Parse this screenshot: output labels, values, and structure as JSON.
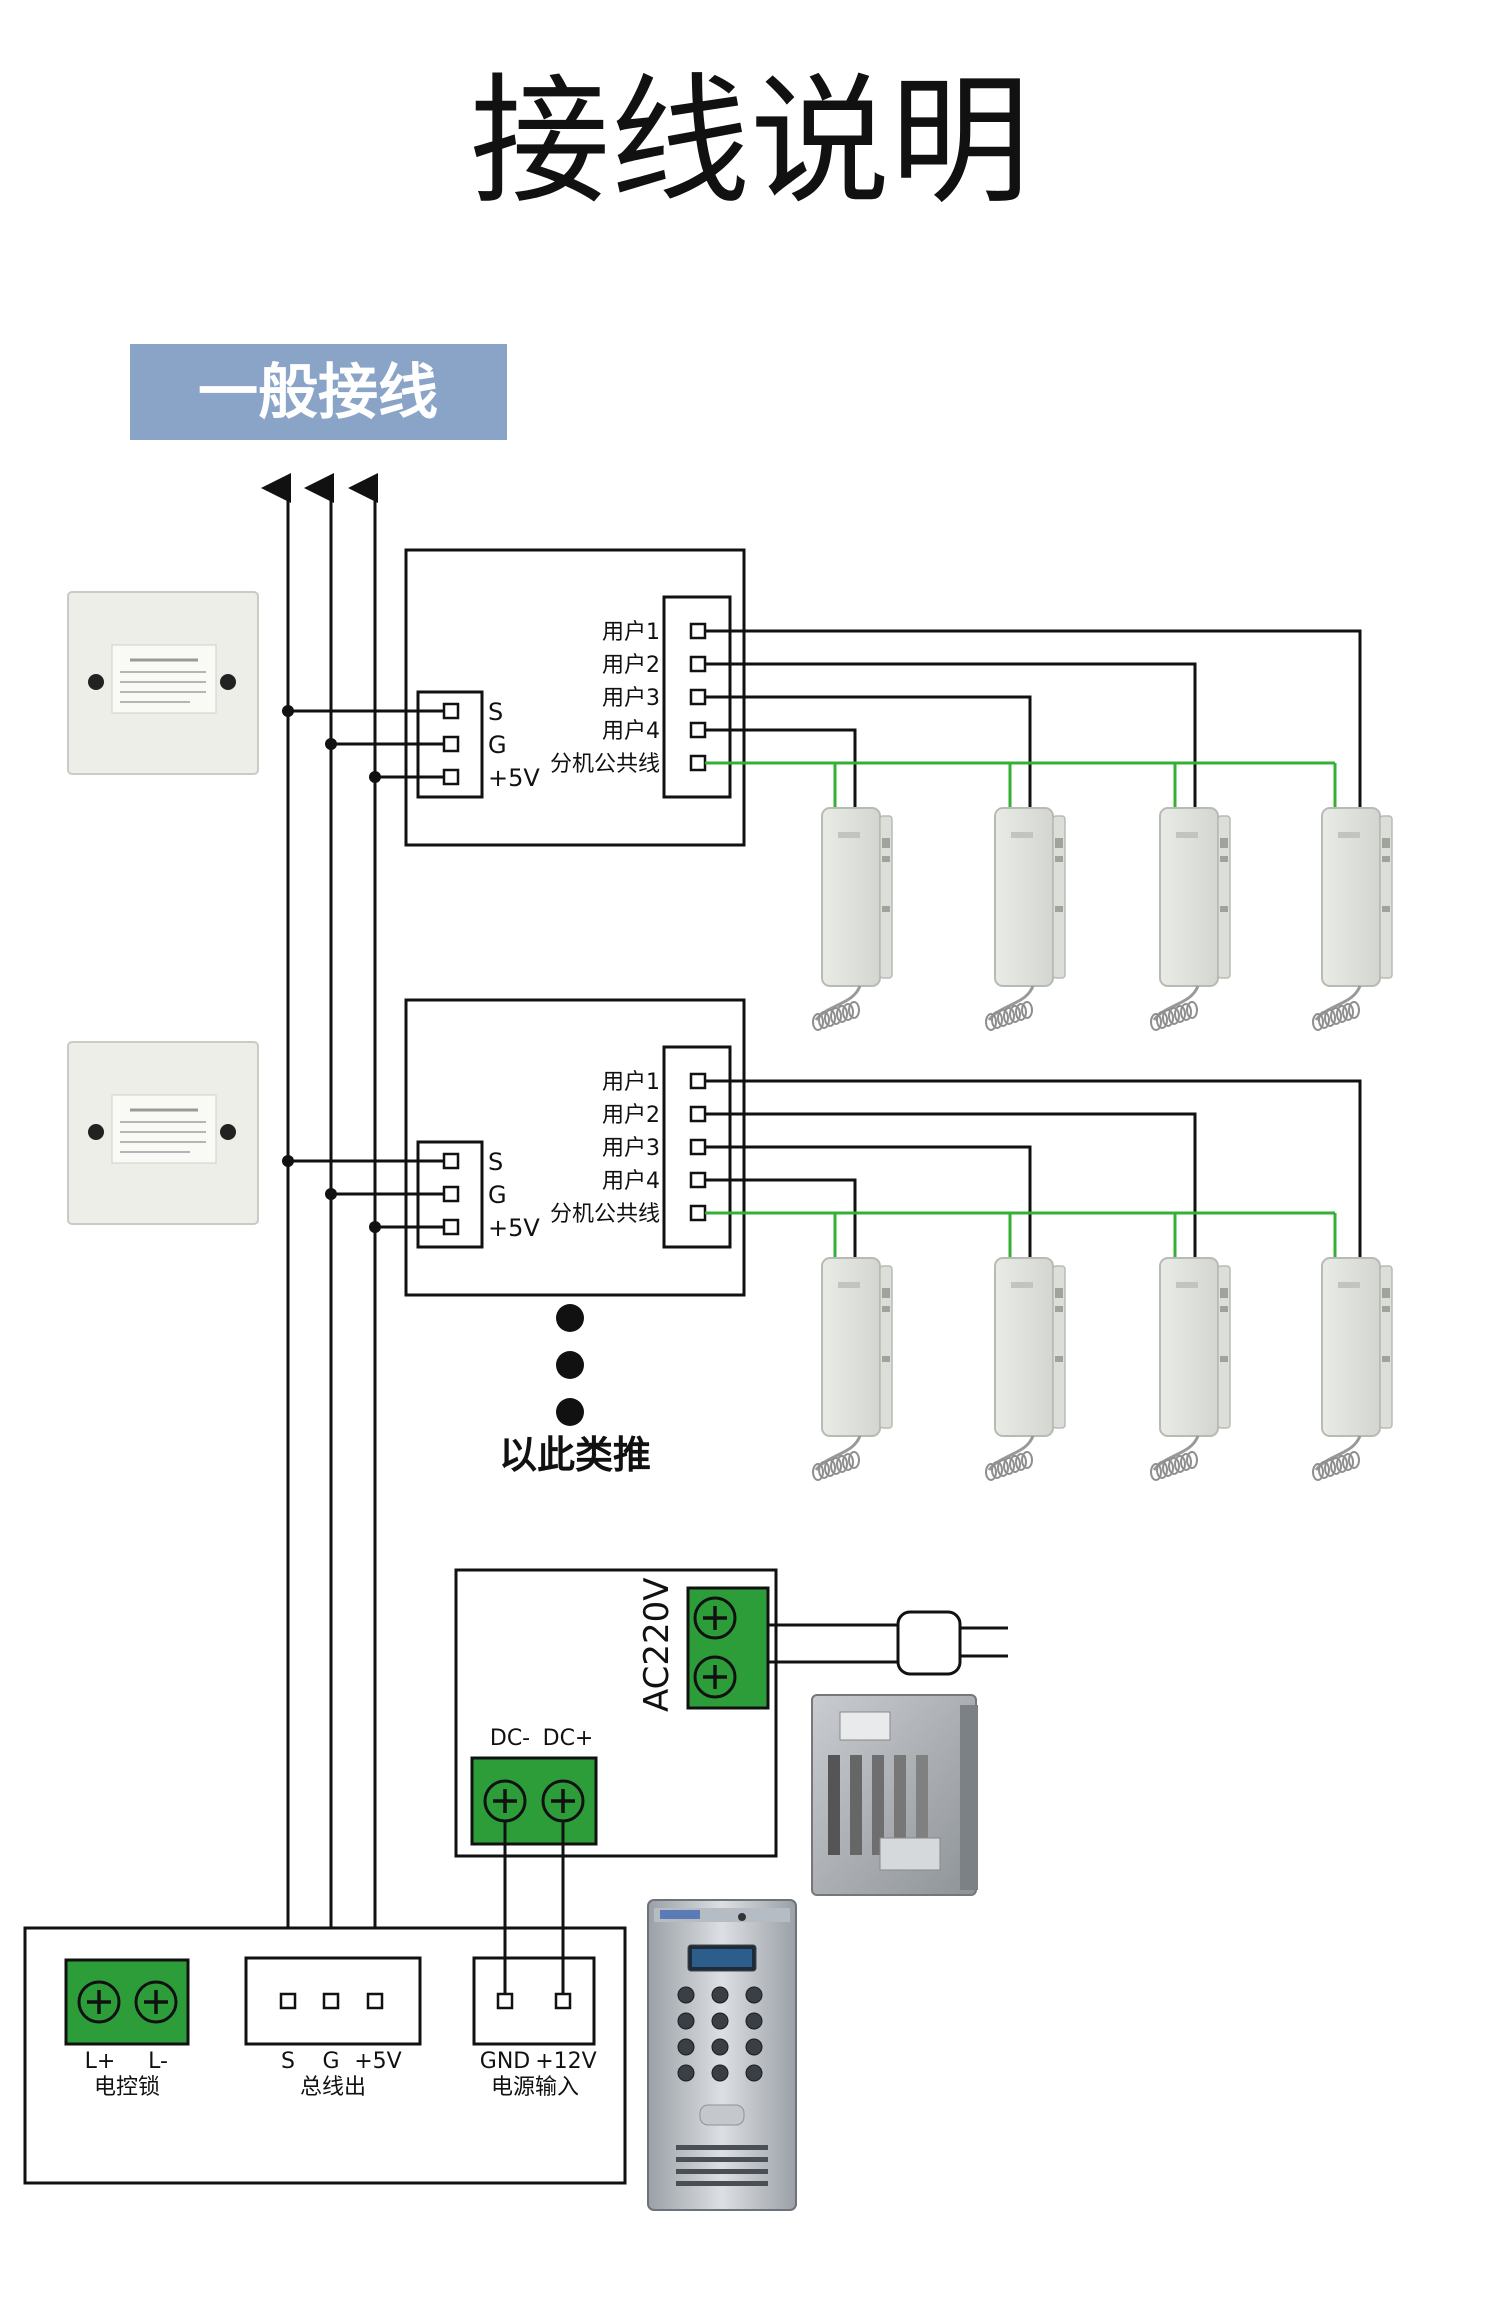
{
  "title": "接线说明",
  "section_label": "一般接线",
  "switch": {
    "inputs": [
      "S",
      "G",
      "+5V"
    ],
    "outputs": [
      "用户1",
      "用户2",
      "用户3",
      "用户4",
      "分机公共线"
    ]
  },
  "etc_label": "以此类推",
  "power_supply": {
    "ac_label": "AC220V",
    "dc_labels": [
      "DC-",
      "DC+"
    ]
  },
  "controller": {
    "lock": {
      "terminals": [
        "L+",
        "L-"
      ],
      "caption": "电控锁"
    },
    "bus": {
      "terminals": [
        "S",
        "G",
        "+5V"
      ],
      "caption": "总线出"
    },
    "power": {
      "terminals": [
        "GND",
        "+12V"
      ],
      "caption": "电源输入"
    }
  },
  "colors": {
    "common_wire": "#33b035",
    "terminal_green": "#2d9d3a",
    "badge_bg": "#8aa4c8"
  }
}
